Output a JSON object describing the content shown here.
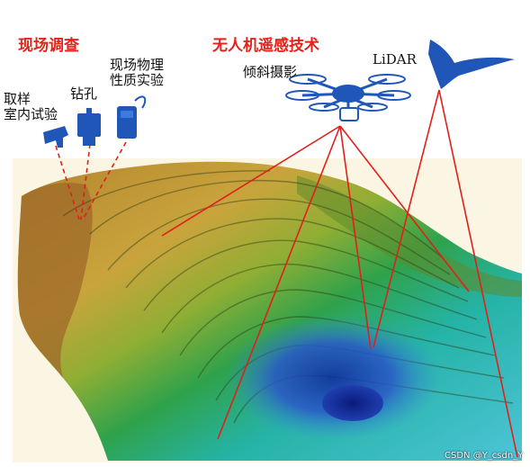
{
  "labels": {
    "field_survey": "现场调查",
    "uav_remote_sensing": "无人机遥感技术",
    "sampling_lab_test": "取样\n室内试验",
    "drilling": "钻孔",
    "in_situ_test": "现场物理\n性质实验",
    "oblique_photography": "倾斜摄影",
    "lidar": "LiDAR"
  },
  "watermark": "CSDN @Y_csdn_Y",
  "colors": {
    "title_red": "#e3231b",
    "device_blue": "#1f56b8",
    "link_red": "#e0201a"
  },
  "icons": [
    "rock-sampler-icon",
    "drill-rig-icon",
    "field-test-device-icon",
    "multirotor-drone-icon",
    "fixed-wing-uav-icon"
  ]
}
